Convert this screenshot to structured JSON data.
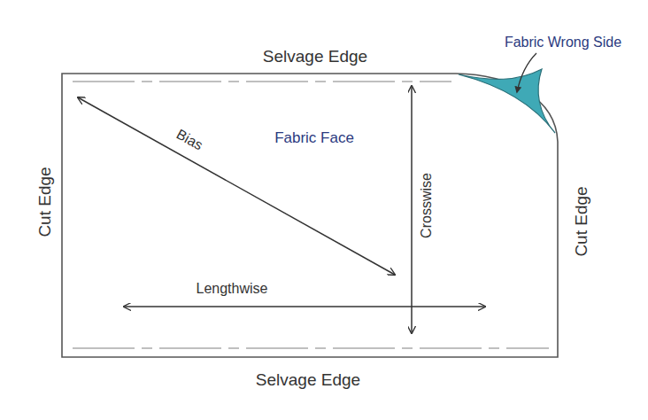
{
  "diagram": {
    "labels": [
      "Selvage Edge",
      "Fabric Wrong Side",
      "Cut Edge",
      "Bias",
      "Fabric Face",
      "Crosswise",
      "Cut Edge",
      "Lengthwise",
      "Selvage Edge"
    ]
  }
}
